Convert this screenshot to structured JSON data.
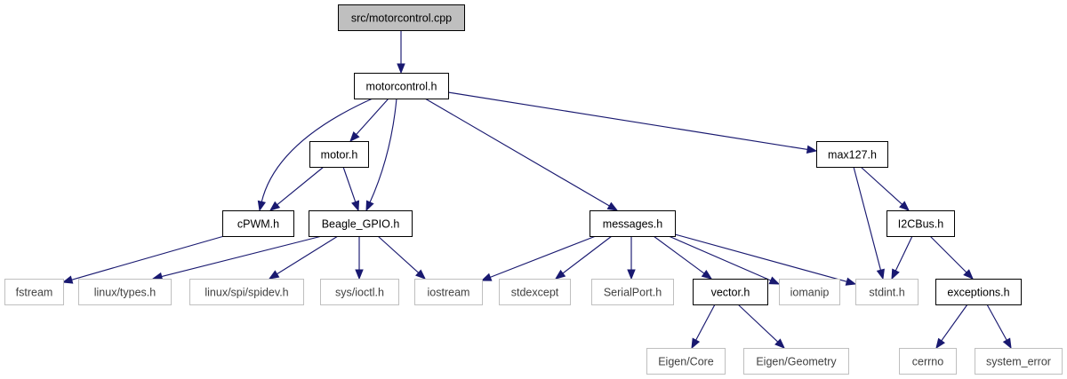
{
  "colors": {
    "edge": "#191970",
    "root_fill": "#bfbfbf",
    "root_border": "#000000",
    "internal_fill": "#ffffff",
    "internal_border": "#000000",
    "external_fill": "#ffffff",
    "external_border": "#bfbfbf",
    "external_text": "#404040"
  },
  "nodes": [
    {
      "id": "motorcontrol_cpp",
      "label": "src/motorcontrol.cpp",
      "kind": "root"
    },
    {
      "id": "motorcontrol_h",
      "label": "motorcontrol.h",
      "kind": "internal"
    },
    {
      "id": "motor_h",
      "label": "motor.h",
      "kind": "internal"
    },
    {
      "id": "max127_h",
      "label": "max127.h",
      "kind": "internal"
    },
    {
      "id": "cpwm_h",
      "label": "cPWM.h",
      "kind": "internal"
    },
    {
      "id": "beagle_gpio_h",
      "label": "Beagle_GPIO.h",
      "kind": "internal"
    },
    {
      "id": "messages_h",
      "label": "messages.h",
      "kind": "internal"
    },
    {
      "id": "i2cbus_h",
      "label": "I2CBus.h",
      "kind": "internal"
    },
    {
      "id": "fstream",
      "label": "fstream",
      "kind": "external"
    },
    {
      "id": "linux_types_h",
      "label": "linux/types.h",
      "kind": "external"
    },
    {
      "id": "linux_spidev_h",
      "label": "linux/spi/spidev.h",
      "kind": "external"
    },
    {
      "id": "sys_ioctl_h",
      "label": "sys/ioctl.h",
      "kind": "external"
    },
    {
      "id": "iostream",
      "label": "iostream",
      "kind": "external"
    },
    {
      "id": "stdexcept",
      "label": "stdexcept",
      "kind": "external"
    },
    {
      "id": "serialport_h",
      "label": "SerialPort.h",
      "kind": "external"
    },
    {
      "id": "vector_h",
      "label": "vector.h",
      "kind": "internal"
    },
    {
      "id": "iomanip",
      "label": "iomanip",
      "kind": "external"
    },
    {
      "id": "stdint_h",
      "label": "stdint.h",
      "kind": "external"
    },
    {
      "id": "exceptions_h",
      "label": "exceptions.h",
      "kind": "internal"
    },
    {
      "id": "eigen_core",
      "label": "Eigen/Core",
      "kind": "external"
    },
    {
      "id": "eigen_geometry",
      "label": "Eigen/Geometry",
      "kind": "external"
    },
    {
      "id": "cerrno",
      "label": "cerrno",
      "kind": "external"
    },
    {
      "id": "system_error",
      "label": "system_error",
      "kind": "external"
    }
  ],
  "edges": [
    {
      "from": "motorcontrol_cpp",
      "to": "motorcontrol_h"
    },
    {
      "from": "motorcontrol_h",
      "to": "motor_h"
    },
    {
      "from": "motorcontrol_h",
      "to": "cpwm_h"
    },
    {
      "from": "motorcontrol_h",
      "to": "beagle_gpio_h"
    },
    {
      "from": "motorcontrol_h",
      "to": "messages_h"
    },
    {
      "from": "motorcontrol_h",
      "to": "max127_h"
    },
    {
      "from": "motor_h",
      "to": "cpwm_h"
    },
    {
      "from": "motor_h",
      "to": "beagle_gpio_h"
    },
    {
      "from": "cpwm_h",
      "to": "fstream"
    },
    {
      "from": "beagle_gpio_h",
      "to": "linux_types_h"
    },
    {
      "from": "beagle_gpio_h",
      "to": "linux_spidev_h"
    },
    {
      "from": "beagle_gpio_h",
      "to": "sys_ioctl_h"
    },
    {
      "from": "beagle_gpio_h",
      "to": "iostream"
    },
    {
      "from": "messages_h",
      "to": "iostream"
    },
    {
      "from": "messages_h",
      "to": "stdexcept"
    },
    {
      "from": "messages_h",
      "to": "serialport_h"
    },
    {
      "from": "messages_h",
      "to": "vector_h"
    },
    {
      "from": "messages_h",
      "to": "iomanip"
    },
    {
      "from": "messages_h",
      "to": "stdint_h"
    },
    {
      "from": "vector_h",
      "to": "eigen_core"
    },
    {
      "from": "vector_h",
      "to": "eigen_geometry"
    },
    {
      "from": "max127_h",
      "to": "i2cbus_h"
    },
    {
      "from": "max127_h",
      "to": "stdint_h"
    },
    {
      "from": "i2cbus_h",
      "to": "stdint_h"
    },
    {
      "from": "i2cbus_h",
      "to": "exceptions_h"
    },
    {
      "from": "exceptions_h",
      "to": "cerrno"
    },
    {
      "from": "exceptions_h",
      "to": "system_error"
    }
  ]
}
